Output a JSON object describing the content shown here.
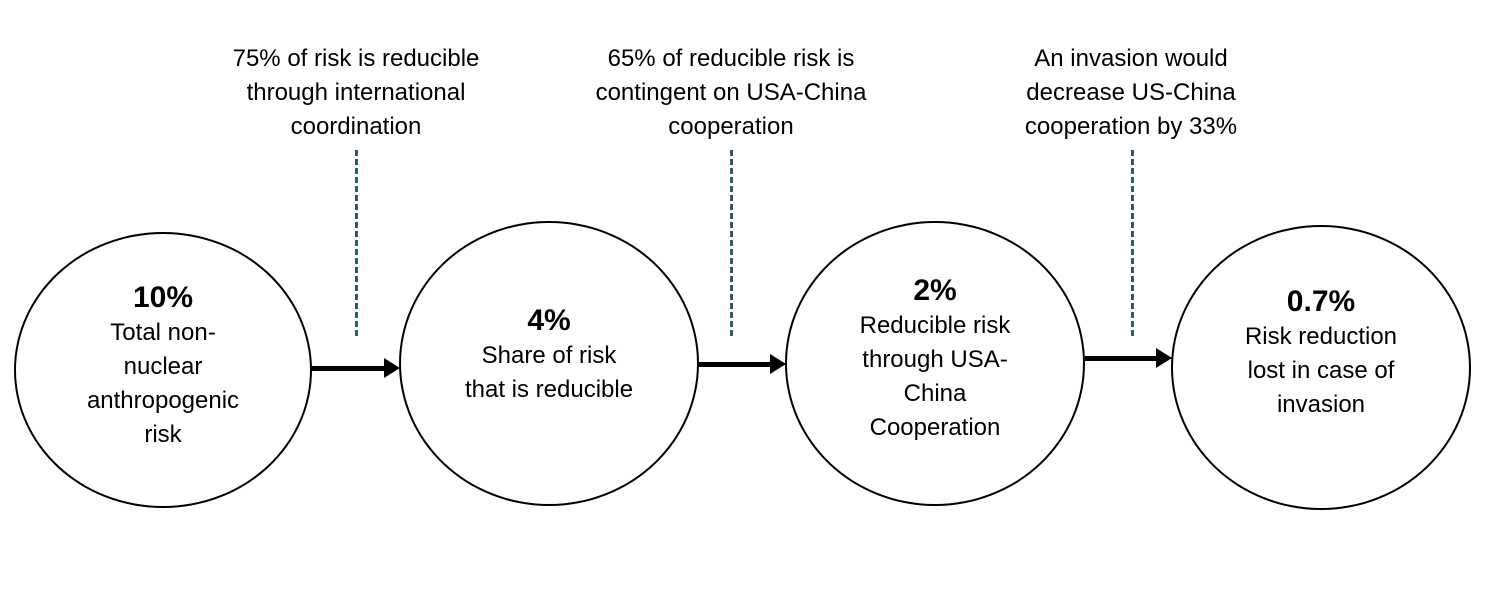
{
  "nodes": [
    {
      "value": "10%",
      "label": "Total non-nuclear anthropogenic risk"
    },
    {
      "value": "4%",
      "label": "Share of risk that is reducible"
    },
    {
      "value": "2%",
      "label": "Reducible risk through USA-China Cooperation"
    },
    {
      "value": "0.7%",
      "label": "Risk reduction lost in case of invasion"
    }
  ],
  "notes": [
    "75% of risk is reducible through international coordination",
    "65% of reducible risk is contingent on USA-China cooperation",
    "An invasion would decrease US-China cooperation by 33%"
  ],
  "colors": {
    "node_border": "#000000",
    "arrow": "#000000",
    "dashed_connector": "#2e5a73",
    "background": "#ffffff"
  }
}
